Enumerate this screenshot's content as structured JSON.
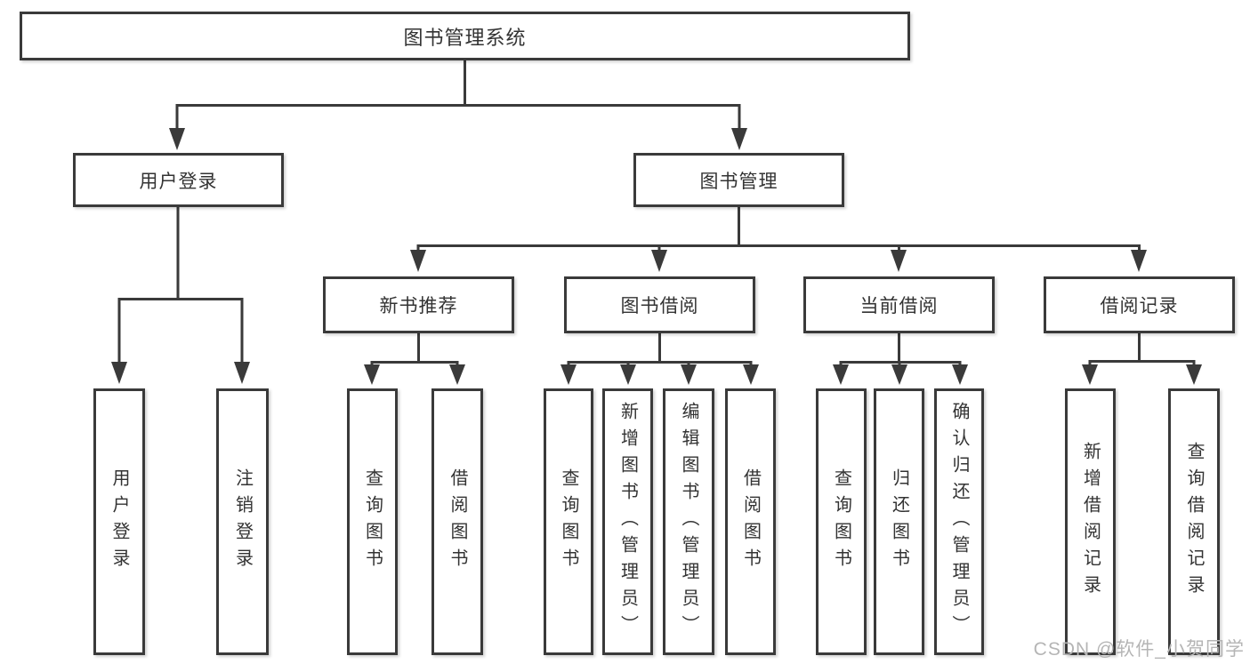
{
  "diagram": {
    "root": {
      "label": "图书管理系统"
    },
    "children": [
      {
        "label": "用户登录",
        "children": [
          {
            "label": "用户登录"
          },
          {
            "label": "注销登录"
          }
        ]
      },
      {
        "label": "图书管理",
        "children": [
          {
            "label": "新书推荐",
            "children": [
              {
                "label": "查询图书"
              },
              {
                "label": "借阅图书"
              }
            ]
          },
          {
            "label": "图书借阅",
            "children": [
              {
                "label": "查询图书"
              },
              {
                "label": "新增图书（管理员）"
              },
              {
                "label": "编辑图书（管理员）"
              },
              {
                "label": "借阅图书"
              }
            ]
          },
          {
            "label": "当前借阅",
            "children": [
              {
                "label": "查询图书"
              },
              {
                "label": "归还图书"
              },
              {
                "label": "确认归还（管理员）"
              }
            ]
          },
          {
            "label": "借阅记录",
            "children": [
              {
                "label": "新增借阅记录"
              },
              {
                "label": "查询借阅记录"
              }
            ]
          }
        ]
      }
    ]
  },
  "watermark": {
    "text": "CSDN @软件_小贺同学"
  },
  "colors": {
    "line": "#3a3a3a",
    "box_border": "#3a3a3a",
    "box_fill": "#ffffff",
    "text": "#333333",
    "watermark": "#b5b5b5",
    "background": "#ffffff"
  }
}
